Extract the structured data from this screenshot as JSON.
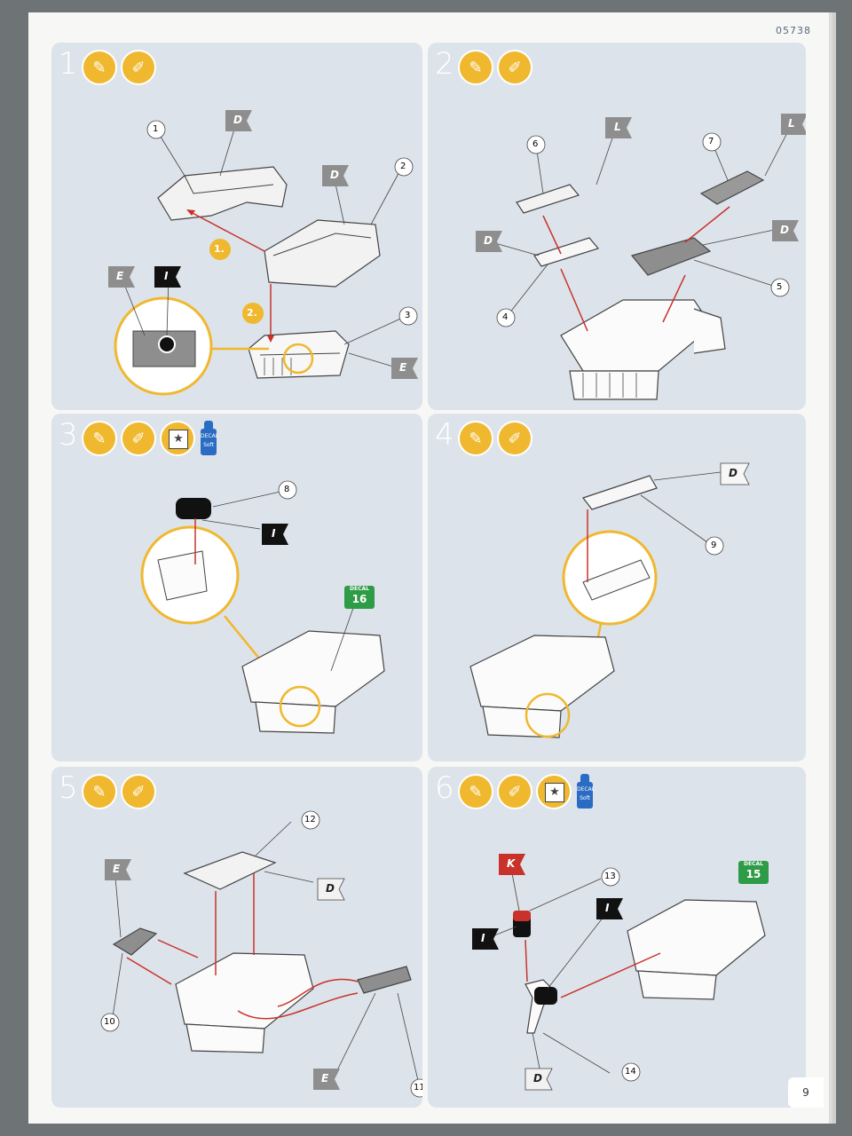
{
  "doc_code": "05738",
  "page_number": "9",
  "decal_label": "DECAL",
  "bottle_label": "DECAL Soft",
  "steps": [
    {
      "number": "1",
      "callouts": [
        "1",
        "2",
        "3"
      ],
      "flags": [
        "D",
        "D",
        "E",
        "I",
        "E"
      ],
      "substeps": [
        "1.",
        "2."
      ]
    },
    {
      "number": "2",
      "callouts": [
        "6",
        "7",
        "4",
        "5"
      ],
      "flags": [
        "L",
        "L",
        "D",
        "D"
      ]
    },
    {
      "number": "3",
      "callouts": [
        "8"
      ],
      "flags": [
        "I"
      ],
      "decal": "16"
    },
    {
      "number": "4",
      "callouts": [
        "9"
      ],
      "flags": [
        "D"
      ]
    },
    {
      "number": "5",
      "callouts": [
        "12",
        "10",
        "11"
      ],
      "flags": [
        "E",
        "D",
        "E"
      ]
    },
    {
      "number": "6",
      "callouts": [
        "13",
        "14"
      ],
      "flags": [
        "K",
        "I",
        "I",
        "D"
      ],
      "decal": "15"
    }
  ],
  "colors": {
    "panel": "#dde3ea",
    "accent": "#f0b82e",
    "arrow": "#c8322a",
    "decal": "#2e9b47",
    "flag_dark": "#111111",
    "flag_gray": "#8e8e8e",
    "flag_red": "#c8322a"
  }
}
